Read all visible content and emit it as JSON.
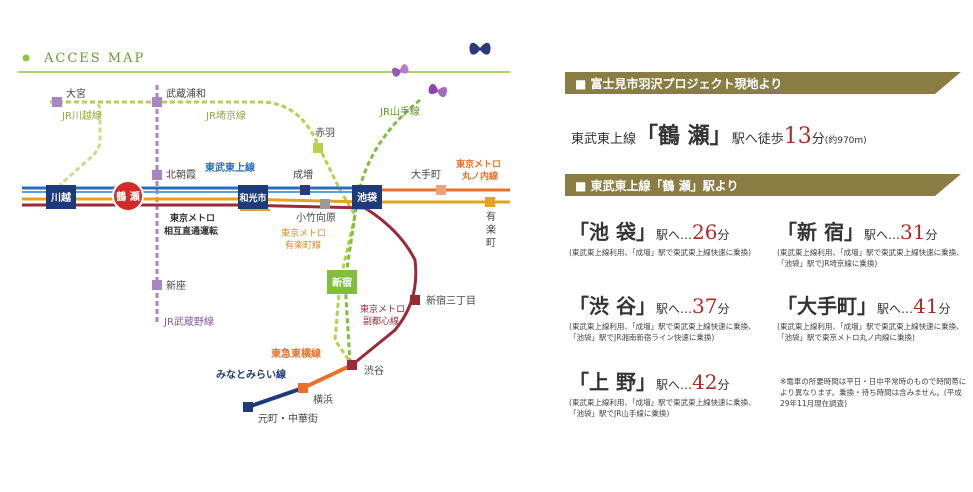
{
  "map": {
    "title": "ACCES MAP",
    "stations": {
      "kawagoe": "川越",
      "tsuruse": "鶴 瀬",
      "wakoshi": "和光市",
      "ikebukuro": "池袋",
      "shinjuku": "新宿",
      "omiya": "大宮",
      "musashi_urawa": "武蔵浦和",
      "akabane": "赤羽",
      "kita_asaka": "北朝霞",
      "narimasu": "成増",
      "kotake_mukaihara": "小竹向原",
      "otemachi": "大手町",
      "yurakucho": "有楽町",
      "niiza": "新座",
      "shinjuku_sanchome": "新宿三丁目",
      "shibuya": "渋谷",
      "yokohama": "横浜",
      "motomachi": "元町・中華街"
    },
    "lines": {
      "jr_kawagoe": "JR川越線",
      "jr_saikyo": "JR埼京線",
      "jr_yamanote": "JR山手線",
      "tobu_tojo": "東武東上線",
      "metro_sogo_1": "東京メトロ",
      "metro_sogo_2": "相互直通運転",
      "metro_marunouchi_1": "東京メトロ",
      "metro_marunouchi_2": "丸ノ内線",
      "metro_yurakucho_1": "東京メトロ",
      "metro_yurakucho_2": "有楽町線",
      "metro_fukutoshin_1": "東京メトロ",
      "metro_fukutoshin_2": "副都心線",
      "jr_musashino": "JR武蔵野線",
      "tokyu_toyoko": "東急東横線",
      "minatomirai": "みなとみらい線"
    }
  },
  "panel": {
    "header1": "■ 富士見市羽沢プロジェクト現地より",
    "walk": {
      "line": "東武東上線",
      "station": "「鶴 瀬」",
      "suffix": "駅へ徒歩",
      "minutes": "13",
      "unit": "分",
      "distance": "(約970m)"
    },
    "header2": "■ 東武東上線「鶴 瀬」駅より",
    "destinations": [
      {
        "name": "「池 袋」",
        "suffix": "駅へ…",
        "minutes": "26",
        "unit": "分",
        "note": "(東武東上線利用、「成増」駅で東武東上線快速に乗換)"
      },
      {
        "name": "「新 宿」",
        "suffix": "駅へ…",
        "minutes": "31",
        "unit": "分",
        "note": "(東武東上線利用、「成増」駅で東武東上線快速に乗換、「池袋」駅でJR埼京線に乗換)"
      },
      {
        "name": "「渋 谷」",
        "suffix": "駅へ…",
        "minutes": "37",
        "unit": "分",
        "note": "(東武東上線利用、「成増」駅で東武東上線快速に乗換、「池袋」駅でJR湘南新宿ライン快速に乗換)"
      },
      {
        "name": "「大手町」",
        "suffix": "駅へ…",
        "minutes": "41",
        "unit": "分",
        "note": "(東武東上線利用、「成増」駅で東武東上線快速に乗換、「池袋」駅で東京メトロ丸ノ内線に乗換)"
      },
      {
        "name": "「上 野」",
        "suffix": "駅へ…",
        "minutes": "42",
        "unit": "分",
        "note": "(東武東上線利用、「成増」駅で東武東上線快速に乗換、「池袋」駅でJR山手線に乗換)"
      }
    ],
    "footnote": "※電車の所要時間は平日・日中平常時のもので時間帯により異なります。乗換・待ち時間は含みません。(平成29年11月現在調査)"
  },
  "colors": {
    "accent": "#8a7d44",
    "tojo": "#2a6fb5",
    "yurakucho": "#e0a41e",
    "fukutoshin": "#9a2a37",
    "marunouchi": "#e8702a",
    "musashino": "#a886c4",
    "saikyo": "#b5d24c",
    "yamanote": "#7fbf3b",
    "toyoko": "#e8702a",
    "minatomirai": "#1d3a7a",
    "minutes": "#b02a2a"
  }
}
